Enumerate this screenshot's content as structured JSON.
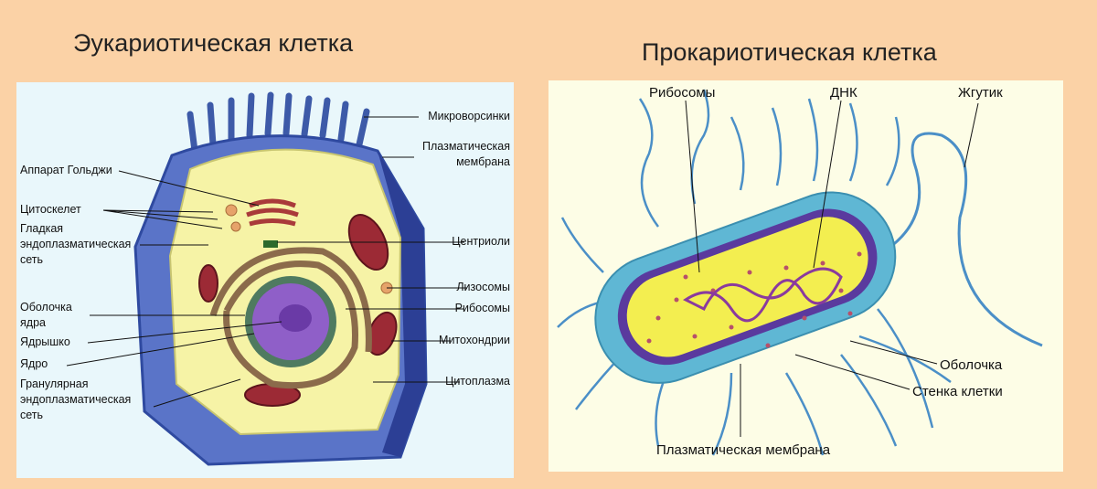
{
  "eukaryote": {
    "title": "Эукариотическая клетка",
    "labels": {
      "golgi": "Аппарат Гольджи",
      "cytoskeleton": "Цитоскелет",
      "smooth_er": "Гладкая эндоплазматическая сеть",
      "nuclear_envelope": "Оболочка ядра",
      "nucleolus": "Ядрышко",
      "nucleus": "Ядро",
      "rough_er": "Гранулярная эндоплазматическая сеть",
      "microvilli": "Микроворсинки",
      "plasma_membrane": "Плазматическая мембрана",
      "centrioles": "Центриоли",
      "lysosomes": "Лизосомы",
      "ribosomes": "Рибосомы",
      "mitochondria": "Митохондрии",
      "cytoplasm": "Цитоплазма"
    }
  },
  "prokaryote": {
    "title": "Прокариотическая клетка",
    "labels": {
      "ribosomes": "Рибосомы",
      "dna": "ДНК",
      "flagellum": "Жгутик",
      "capsule": "Оболочка",
      "cell_wall": "Стенка клетки",
      "plasma_membrane": "Плазматическая мембрана"
    }
  },
  "colors": {
    "background": "#fbd2a6",
    "cell_blue": "#5670c4",
    "cytoplasm": "#f6f3a6",
    "mitochondria": "#9c2a35",
    "nucleus": "#8f5fc8",
    "bacterium_blue": "#5fb7d4"
  }
}
